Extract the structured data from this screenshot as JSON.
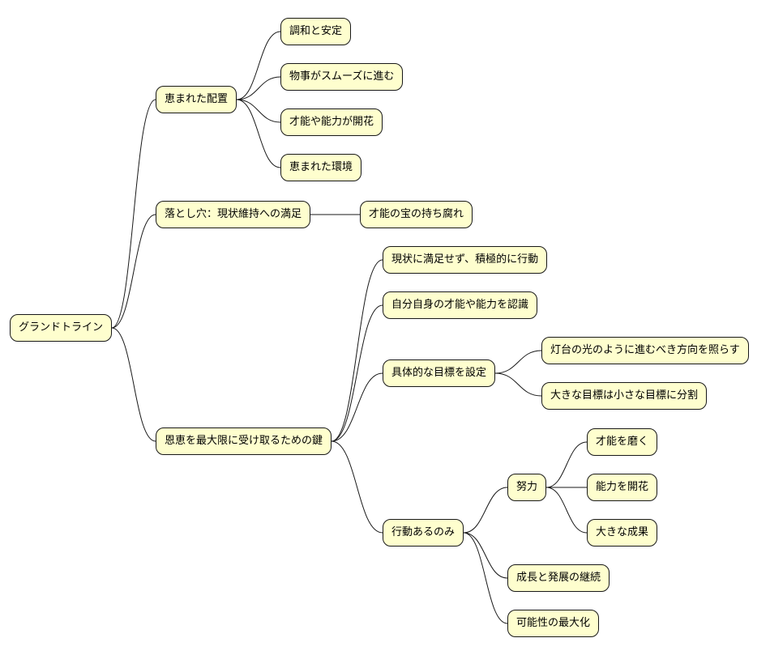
{
  "colors": {
    "node_fill": "#fefece",
    "node_border": "#181818",
    "connector": "#181818",
    "text": "#000000",
    "background": "#ffffff"
  },
  "mindmap": {
    "root": "グランドトライン",
    "branches": [
      {
        "label": "恵まれた配置",
        "children": [
          {
            "label": "調和と安定"
          },
          {
            "label": "物事がスムーズに進む"
          },
          {
            "label": "才能や能力が開花"
          },
          {
            "label": "恵まれた環境"
          }
        ]
      },
      {
        "label": "落とし穴：現状維持への満足",
        "children": [
          {
            "label": "才能の宝の持ち腐れ"
          }
        ]
      },
      {
        "label": "恩恵を最大限に受け取るための鍵",
        "children": [
          {
            "label": "現状に満足せず、積極的に行動"
          },
          {
            "label": "自分自身の才能や能力を認識"
          },
          {
            "label": "具体的な目標を設定",
            "children": [
              {
                "label": "灯台の光のように進むべき方向を照らす"
              },
              {
                "label": "大きな目標は小さな目標に分割"
              }
            ]
          },
          {
            "label": "行動あるのみ",
            "children": [
              {
                "label": "努力",
                "children": [
                  {
                    "label": "才能を磨く"
                  },
                  {
                    "label": "能力を開花"
                  },
                  {
                    "label": "大きな成果"
                  }
                ]
              },
              {
                "label": "成長と発展の継続"
              },
              {
                "label": "可能性の最大化"
              }
            ]
          }
        ]
      }
    ]
  }
}
